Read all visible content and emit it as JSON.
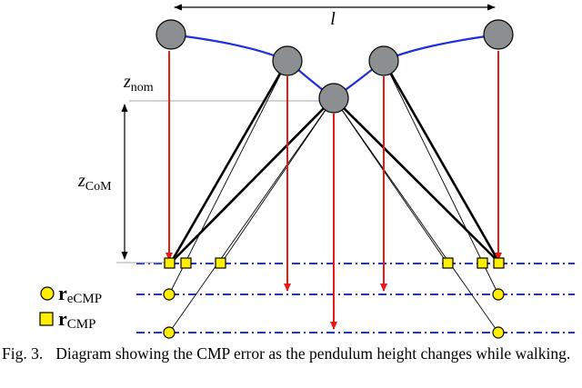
{
  "labels": {
    "length_var": "l",
    "z_nom_main": "z",
    "z_nom_sub": "nom",
    "z_com_main": "z",
    "z_com_sub": "CoM"
  },
  "legend": {
    "ecmp_main": "r",
    "ecmp_sub": "eCMP",
    "cmp_main": "r",
    "cmp_sub": "CMP"
  },
  "caption": {
    "label": "Fig. 3.",
    "text": "Diagram showing the CMP error as the pendulum height changes while walking."
  },
  "colors": {
    "mass": "#8c8f92",
    "trajectory": "#1f2fe0",
    "force_arrow": "#e81919",
    "ground_line": "#1f2fe0",
    "ecmp_marker": "#ffee00",
    "cmp_marker": "#ffee00"
  }
}
